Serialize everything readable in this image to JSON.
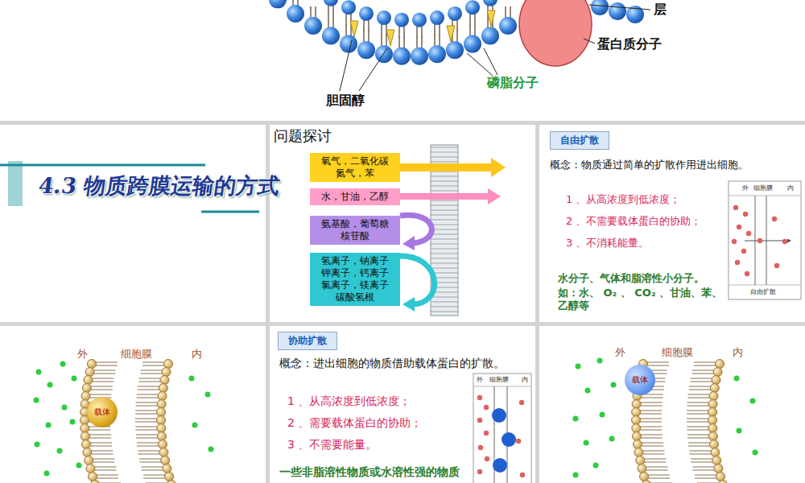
{
  "diagram": {
    "nodes": [
      {
        "text": [
          "氧气，二氧化碳 氮气，苯"
        ]
      },
      {
        "text": [
          "水，甘油，乙醇"
        ]
      },
      {
        "text": [
          "氨基酸，葡萄糖 核苷酸"
        ]
      },
      {
        "text": [
          "氢离子，钠离子 钾离子，钙离子 氯离子，镁离子 碳酸氢根"
        ]
      },
      {
        "text": [
          "自由扩散"
        ]
      },
      {
        "text": [
          "协助扩散"
        ]
      },
      {
        "text": [
          "载体"
        ]
      },
      {
        "text": [
          "载体"
        ]
      }
    ],
    "labels": [
      "层",
      "蛋白质分子",
      "胆固醇",
      "磷脂分子",
      "4.3 物质跨膜运输的方式",
      "问题探讨",
      "概念：物质通过简单的扩散作用进出细胞。",
      "1 、从高浓度到低浓度；",
      "2 、不需要载体蛋白的协助；",
      "3 、不消耗能量。",
      "外",
      "细胞膜",
      "内",
      "自由扩散",
      "水分子、气体和脂溶性小分子。",
      "如：水、 O₂ 、 CO₂ 、甘油、苯、 乙醇等",
      "外",
      "细胞膜",
      "内",
      "概念：进出细胞的物质借助载体蛋白的扩散。",
      "1 、从高浓度到低浓度；",
      "2 、需要载体蛋白的协助；",
      "3 、不需要能量。",
      "外",
      "细胞膜",
      "内",
      "一些非脂溶性物质或水溶性强的物质",
      "外",
      "细胞膜",
      "内"
    ]
  }
}
